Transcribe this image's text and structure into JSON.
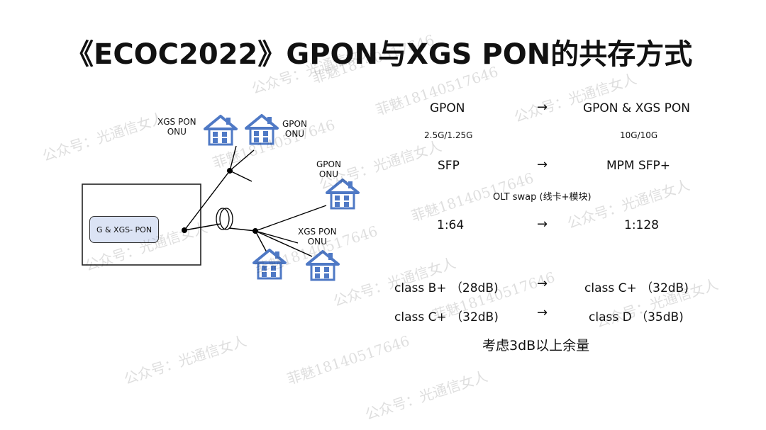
{
  "title": "《ECOC2022》GPON与XGS PON的共存方式",
  "diagram": {
    "olt_label": "G & XGS- PON",
    "onu_top_left": [
      "XGS PON",
      "ONU"
    ],
    "onu_top_right": [
      "GPON",
      "ONU"
    ],
    "onu_right": [
      "GPON",
      "ONU"
    ],
    "onu_bottom": [
      "XGS PON",
      "ONU"
    ]
  },
  "comparison": {
    "arrow": "→",
    "rows": [
      {
        "left": "GPON",
        "right": "GPON & XGS PON"
      },
      {
        "left": "2.5G/1.25G",
        "right": "10G/10G"
      },
      {
        "left": "SFP",
        "right": "MPM SFP+"
      },
      {
        "center": "OLT swap (线卡+模块)"
      },
      {
        "left": "1:64",
        "right": "1:128"
      },
      {
        "left": "class B+ （28dB)",
        "right": "class C+ （32dB)"
      },
      {
        "left": "class C+ （32dB)",
        "right": "class D （35dB)"
      }
    ],
    "note": "考虑3dB以上余量"
  },
  "watermarks": [
    "公众号：光通信女人",
    "菲魅18140517646"
  ],
  "colors": {
    "house_blue": "#4f79c5",
    "olt_fill": "#dbe3f4"
  }
}
